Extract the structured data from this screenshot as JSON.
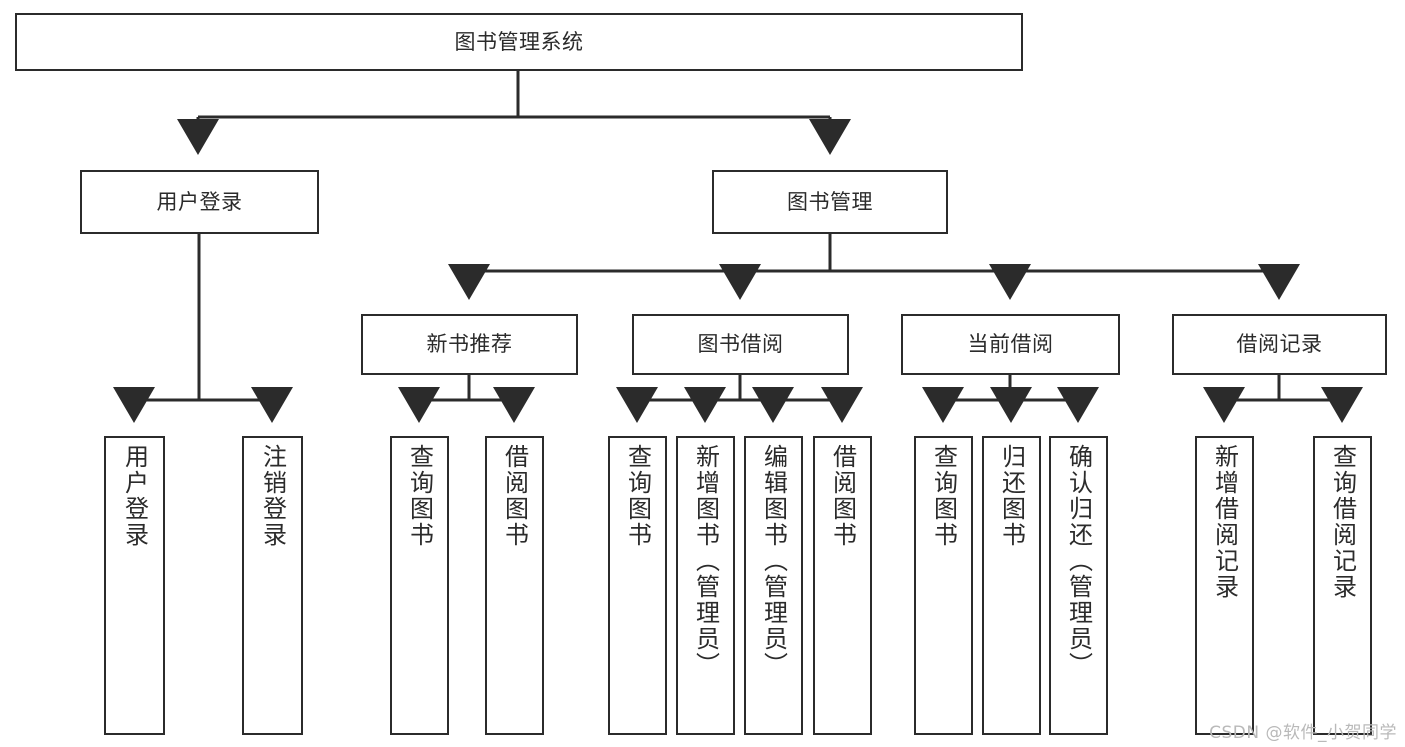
{
  "diagram": {
    "type": "tree-hierarchy",
    "title": "图书管理系统",
    "watermark": "CSDN @软件_小贺同学",
    "colors": {
      "stroke": "#2b2b2b",
      "fill": "#ffffff",
      "background": "#ffffff",
      "watermark": "#b9b9b9"
    },
    "levels": [
      {
        "level": 1,
        "nodes": [
          {
            "id": "root",
            "label": "图书管理系统",
            "orientation": "horizontal"
          }
        ]
      },
      {
        "level": 2,
        "nodes": [
          {
            "id": "login",
            "label": "用户登录",
            "orientation": "horizontal",
            "parent": "root"
          },
          {
            "id": "bookmgmt",
            "label": "图书管理",
            "orientation": "horizontal",
            "parent": "root"
          }
        ]
      },
      {
        "level": 3,
        "nodes": [
          {
            "id": "newbook",
            "label": "新书推荐",
            "orientation": "horizontal",
            "parent": "bookmgmt"
          },
          {
            "id": "borrow",
            "label": "图书借阅",
            "orientation": "horizontal",
            "parent": "bookmgmt"
          },
          {
            "id": "current",
            "label": "当前借阅",
            "orientation": "horizontal",
            "parent": "bookmgmt"
          },
          {
            "id": "records",
            "label": "借阅记录",
            "orientation": "horizontal",
            "parent": "bookmgmt"
          }
        ]
      },
      {
        "level": 4,
        "nodes": [
          {
            "id": "leaf-1",
            "label": "用户登录",
            "orientation": "vertical",
            "parent": "login"
          },
          {
            "id": "leaf-2",
            "label": "注销登录",
            "orientation": "vertical",
            "parent": "login"
          },
          {
            "id": "leaf-3",
            "label": "查询图书",
            "orientation": "vertical",
            "parent": "newbook"
          },
          {
            "id": "leaf-4",
            "label": "借阅图书",
            "orientation": "vertical",
            "parent": "newbook"
          },
          {
            "id": "leaf-5",
            "label": "查询图书",
            "orientation": "vertical",
            "parent": "borrow"
          },
          {
            "id": "leaf-6",
            "label": "新增图书（管理员）",
            "orientation": "vertical",
            "parent": "borrow"
          },
          {
            "id": "leaf-7",
            "label": "编辑图书（管理员）",
            "orientation": "vertical",
            "parent": "borrow"
          },
          {
            "id": "leaf-8",
            "label": "借阅图书",
            "orientation": "vertical",
            "parent": "borrow"
          },
          {
            "id": "leaf-9",
            "label": "查询图书",
            "orientation": "vertical",
            "parent": "current"
          },
          {
            "id": "leaf-10",
            "label": "归还图书",
            "orientation": "vertical",
            "parent": "current"
          },
          {
            "id": "leaf-11",
            "label": "确认归还（管理员）",
            "orientation": "vertical",
            "parent": "current"
          },
          {
            "id": "leaf-12",
            "label": "新增借阅记录",
            "orientation": "vertical",
            "parent": "records"
          },
          {
            "id": "leaf-13",
            "label": "查询借阅记录",
            "orientation": "vertical",
            "parent": "records"
          }
        ]
      }
    ]
  }
}
